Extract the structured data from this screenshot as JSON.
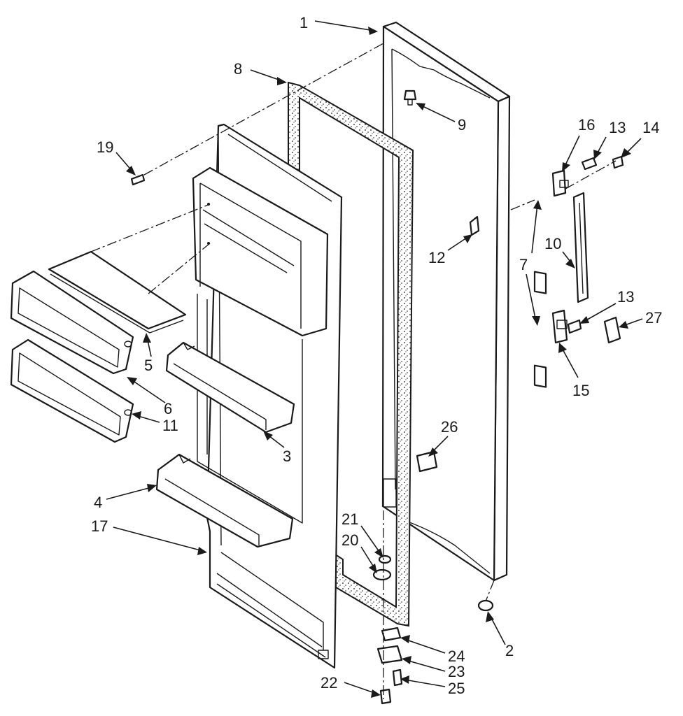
{
  "callouts": [
    {
      "id": "c1",
      "label": "1"
    },
    {
      "id": "c2",
      "label": "2"
    },
    {
      "id": "c3",
      "label": "3"
    },
    {
      "id": "c4",
      "label": "4"
    },
    {
      "id": "c5",
      "label": "5"
    },
    {
      "id": "c6",
      "label": "6"
    },
    {
      "id": "c7",
      "label": "7"
    },
    {
      "id": "c8",
      "label": "8"
    },
    {
      "id": "c9",
      "label": "9"
    },
    {
      "id": "c10",
      "label": "10"
    },
    {
      "id": "c11",
      "label": "11"
    },
    {
      "id": "c12",
      "label": "12"
    },
    {
      "id": "c13a",
      "label": "13"
    },
    {
      "id": "c13b",
      "label": "13"
    },
    {
      "id": "c14",
      "label": "14"
    },
    {
      "id": "c15",
      "label": "15"
    },
    {
      "id": "c16",
      "label": "16"
    },
    {
      "id": "c17",
      "label": "17"
    },
    {
      "id": "c19",
      "label": "19"
    },
    {
      "id": "c20",
      "label": "20"
    },
    {
      "id": "c21",
      "label": "21"
    },
    {
      "id": "c22",
      "label": "22"
    },
    {
      "id": "c23",
      "label": "23"
    },
    {
      "id": "c24",
      "label": "24"
    },
    {
      "id": "c25",
      "label": "25"
    },
    {
      "id": "c26",
      "label": "26"
    },
    {
      "id": "c27",
      "label": "27"
    }
  ],
  "colors": {
    "ink": "#1a1a1a",
    "paper": "#ffffff"
  }
}
